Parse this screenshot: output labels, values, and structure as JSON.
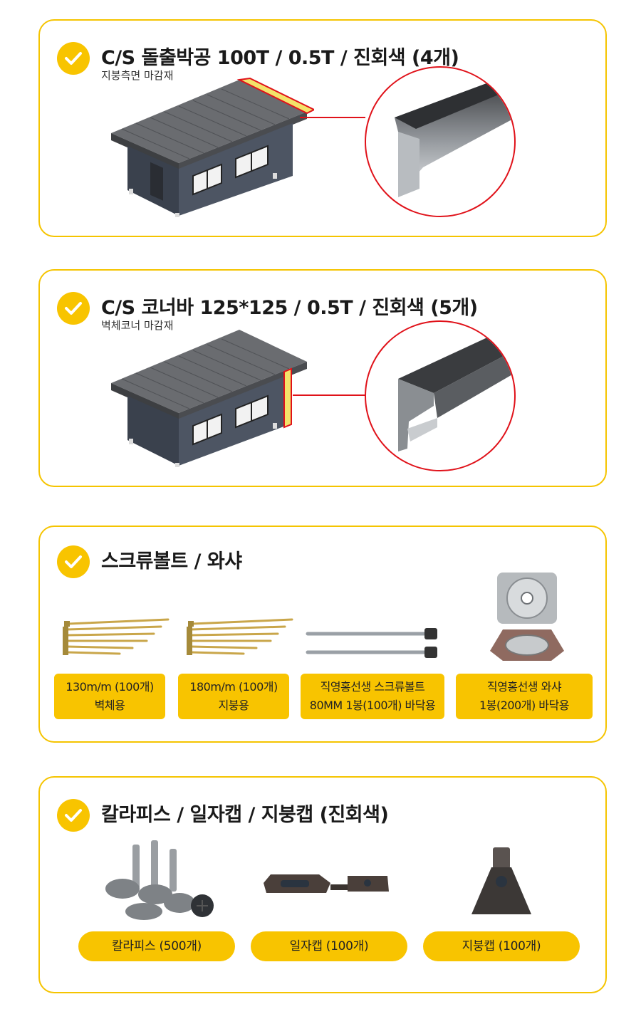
{
  "sections": [
    {
      "title": "C/S 돌출박공 100T / 0.5T / 진회색 (4개)",
      "subtitle": "지붕측면 마감재"
    },
    {
      "title": "C/S 코너바 125*125 / 0.5T / 진회색 (5개)",
      "subtitle": "벽체코너 마감재"
    },
    {
      "title": "스크류볼트 / 와샤",
      "items": [
        {
          "line1": "130m/m (100개)",
          "line2": "벽체용"
        },
        {
          "line1": "180m/m (100개)",
          "line2": "지붕용"
        },
        {
          "line1": "직영홍선생 스크류볼트",
          "line2": "80MM 1봉(100개) 바닥용"
        },
        {
          "line1": "직영홍선생 와샤",
          "line2": "1봉(200개) 바닥용"
        }
      ]
    },
    {
      "title": "칼라피스 / 일자캡 / 지붕캡 (진회색)",
      "items": [
        {
          "label": "칼라피스 (500개)"
        },
        {
          "label": "일자캡 (100개)"
        },
        {
          "label": "지붕캡 (100개)"
        }
      ]
    }
  ],
  "colors": {
    "accent": "#f8c400",
    "highlight_circle": "#e0121a",
    "panel": "#4a5260",
    "roof": "#5e6063"
  },
  "icons": [
    "check-icon",
    "cabin-illustration",
    "gable-trim-zoom",
    "corner-bar-zoom",
    "screw-bolt-image",
    "washer-image",
    "color-screw-image",
    "straight-cap-image",
    "roof-cap-image"
  ]
}
